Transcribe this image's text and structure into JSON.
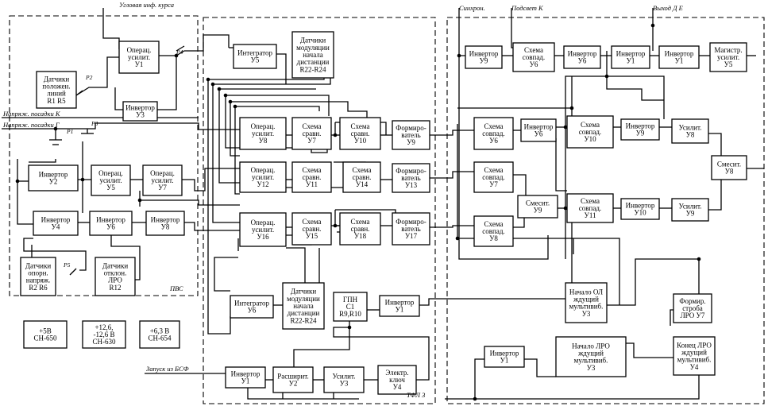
{
  "blocks": {
    "dp_lines": [
      "Датчики",
      "положен.",
      "линий",
      "R1       R5"
    ],
    "op_u1": [
      "Операц.",
      "усилит.",
      "У1"
    ],
    "inv_u3_l": [
      "Инвертор",
      "У3"
    ],
    "inv_u2": [
      "Инвертор",
      "У2"
    ],
    "op_u5_l": [
      "Операц.",
      "усилит.",
      "У5"
    ],
    "op_u7": [
      "Операц.",
      "усилит.",
      "У7"
    ],
    "inv_u4": [
      "Инвертор",
      "У4"
    ],
    "inv_u6_l": [
      "Инвертор",
      "У6"
    ],
    "inv_u8_l": [
      "Инвертор",
      "У8"
    ],
    "dp_ref": [
      "Датчики",
      "опорн.",
      "напряж.",
      "R2       R6"
    ],
    "dp_lro": [
      "Датчики",
      "отклон.",
      "ЛРО",
      "R12"
    ],
    "int_u5": [
      "Интегратор",
      "У5"
    ],
    "dmod_top": [
      "Датчики",
      "модуляции",
      "начала",
      "дистанции",
      "R22-R24"
    ],
    "op_u8": [
      "Операц.",
      "усилит.",
      "У8"
    ],
    "cmp_u7": [
      "Схема",
      "сравн.",
      "У7"
    ],
    "cmp_u10": [
      "Схема",
      "сравн.",
      "У10"
    ],
    "fmt_u9": [
      "Формиро-",
      "ватель",
      "У9"
    ],
    "op_u12": [
      "Операц.",
      "усилит.",
      "У12"
    ],
    "cmp_u11": [
      "Схема",
      "сравн.",
      "У11"
    ],
    "cmp_u14": [
      "Схема",
      "сравн.",
      "У14"
    ],
    "fmt_u13": [
      "Формиро-",
      "ватель",
      "У13"
    ],
    "op_u16": [
      "Операц.",
      "усилит.",
      "У16"
    ],
    "cmp_u15": [
      "Схема",
      "сравн.",
      "У15"
    ],
    "cmp_u18": [
      "Схема",
      "сравн.",
      "У18"
    ],
    "fmt_u17": [
      "Формиро-",
      "ватель",
      "У17"
    ],
    "int_u6": [
      "Интегратор",
      "У6"
    ],
    "dmod_bot": [
      "Датчики",
      "модуляции",
      "начала",
      "дистанции",
      "R22-R24"
    ],
    "gpn_c1": [
      "ГПН",
      "С1",
      "R9,R10"
    ],
    "inv_u1_m": [
      "Инвертор",
      "У1"
    ],
    "inv_u1_b": [
      "Инвертор",
      "У1"
    ],
    "ext_u2": [
      "Расширит.",
      "У2"
    ],
    "amp_u3": [
      "Усилит.",
      "У3"
    ],
    "key_u4": [
      "Электр.",
      "ключ",
      "У4"
    ],
    "inv_u9_r": [
      "Инвертор",
      "У9"
    ],
    "coin_u6_t": [
      "Схема",
      "совпад.",
      "У6"
    ],
    "inv_u6_r": [
      "Инвертор",
      "У6"
    ],
    "inv_u1_r1": [
      "Инвертор",
      "У1"
    ],
    "inv_u1_r2": [
      "Инвертор",
      "У1"
    ],
    "mag_u5": [
      "Магистр.",
      "усилит.",
      "У5"
    ],
    "coin_u6": [
      "Схема",
      "совпад.",
      "У6"
    ],
    "inv_u6_r2": [
      "Инвертор",
      "У6"
    ],
    "coin_u10": [
      "Схема",
      "совпад.",
      "У10"
    ],
    "inv_u9_r2": [
      "Инвертор",
      "У9"
    ],
    "amp_u8": [
      "Усилит.",
      "У8"
    ],
    "coin_u7": [
      "Схема",
      "совпад.",
      "У7"
    ],
    "mix_u9": [
      "Смесит.",
      "У9"
    ],
    "coin_u8": [
      "Схема",
      "совпад.",
      "У8"
    ],
    "coin_u11": [
      "Схема",
      "совпад.",
      "У11"
    ],
    "inv_u10": [
      "Инвертор",
      "У10"
    ],
    "amp_u9": [
      "Усилит.",
      "У9"
    ],
    "mix_u8": [
      "Смесит.",
      "У8"
    ],
    "start_ol": [
      "Начало ОЛ",
      "ждущий",
      "мультивиб.",
      "У3"
    ],
    "strobe_u7": [
      "Формир.",
      "строба",
      "ЛРО У7"
    ],
    "inv_u1_rb": [
      "Инвертор",
      "У1"
    ],
    "start_lro": [
      "Начало ЛРО",
      "ждущий",
      "мультивиб.",
      "У3"
    ],
    "end_lro": [
      "Конец ЛРО",
      "ждущий",
      "мультивиб.",
      "У4"
    ],
    "ps_5": [
      "+5В",
      "СН-650"
    ],
    "ps_12": [
      "+12,6,",
      "-12,6 В",
      "СН-630"
    ],
    "ps_63": [
      "+6,3 В",
      "СН-654"
    ]
  },
  "labels": {
    "top_angle": "Угловая инф. курса",
    "top_sync": "Синхрон.",
    "top_start": "Подсвет К",
    "top_out": "Выход Д Е",
    "left_k1": "Напряж. посадки К",
    "left_k2": "Напряж. посадки Г",
    "bot_start": "Запуск из БСФ",
    "frame_left": "ПВС",
    "frame_mid": "ТФЛ 3",
    "r_p1": "Р1",
    "r_p2": "Р2",
    "r_p3": "Р3",
    "r_p4": "Р4",
    "r_p5": "Р5"
  }
}
